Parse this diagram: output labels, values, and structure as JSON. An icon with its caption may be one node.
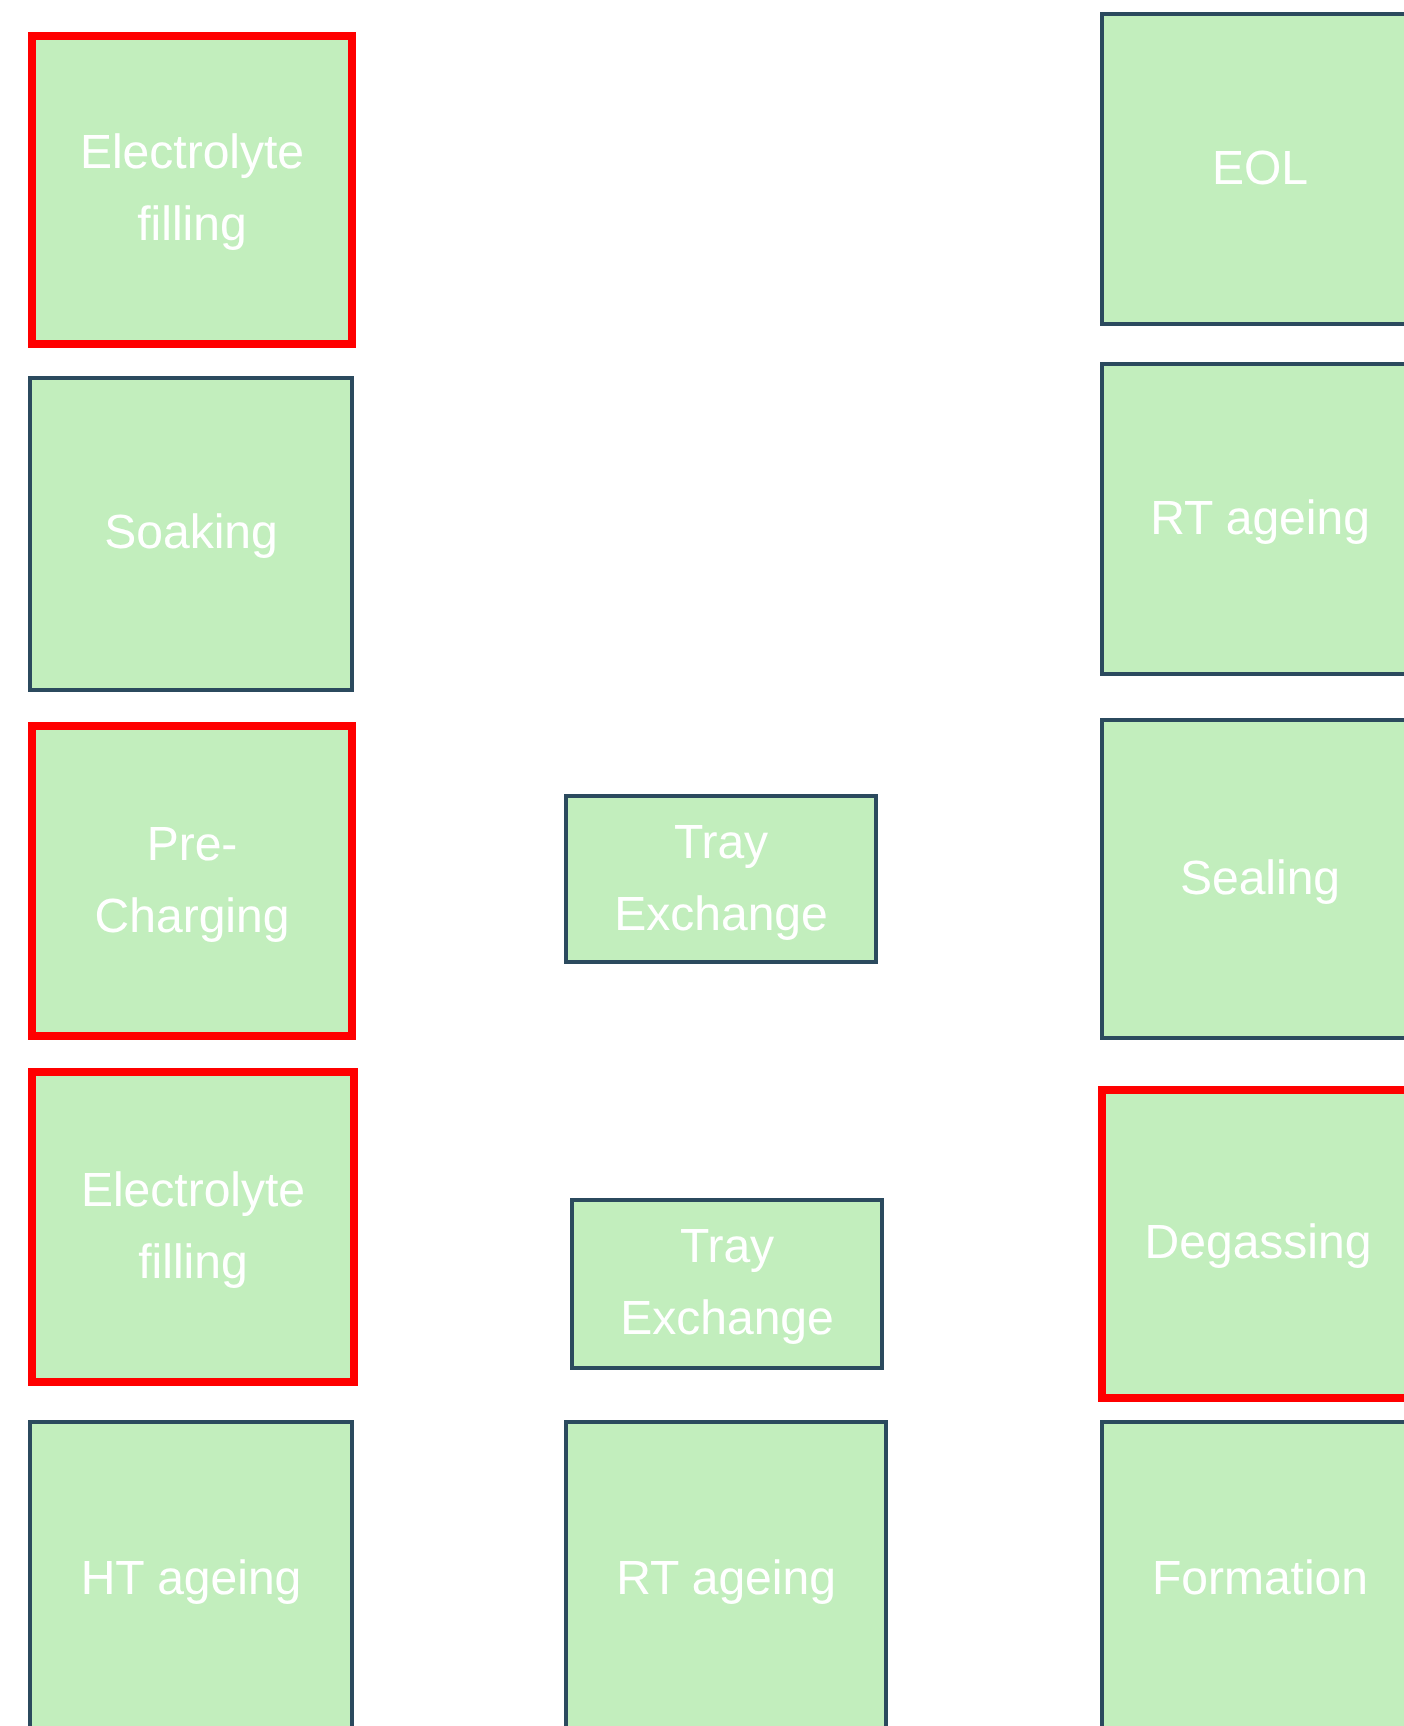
{
  "diagram": {
    "nodes": [
      {
        "text": [
          "Electrolyte filling"
        ]
      },
      {
        "text": [
          "Soaking"
        ]
      },
      {
        "text": [
          "Pre-Charging"
        ]
      },
      {
        "text": [
          "Electrolyte filling"
        ]
      },
      {
        "text": [
          "HT ageing"
        ]
      },
      {
        "text": [
          "Tray Exchange"
        ]
      },
      {
        "text": [
          "Tray Exchange"
        ]
      },
      {
        "text": [
          "RT ageing"
        ]
      },
      {
        "text": [
          "EOL"
        ]
      },
      {
        "text": [
          "RT ageing"
        ]
      },
      {
        "text": [
          "Sealing"
        ]
      },
      {
        "text": [
          "Degassing"
        ]
      },
      {
        "text": [
          "Formation"
        ]
      }
    ]
  }
}
